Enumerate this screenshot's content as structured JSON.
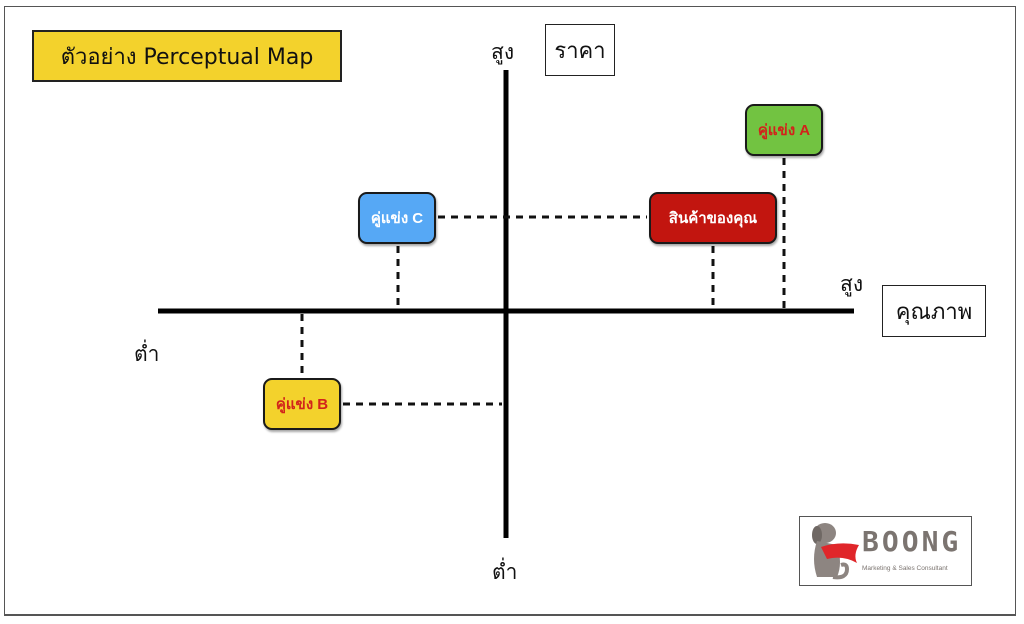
{
  "title": "ตัวอย่าง  Perceptual Map",
  "axes": {
    "vertical": {
      "name": "ราคา",
      "high_label": "สูง",
      "low_label": "ต่ำ"
    },
    "horizontal": {
      "name": "คุณภาพ",
      "high_label": "สูง",
      "low_label": "ต่ำ"
    }
  },
  "items": [
    {
      "id": "competitor-a",
      "label": "คู่แข่ง A",
      "fill": "#72c341",
      "text_color": "#d2231b",
      "quality": 0.8,
      "price": 0.77
    },
    {
      "id": "your-product",
      "label": "สินค้าของคุณ",
      "fill": "#c2150f",
      "text_color": "#ffffff",
      "quality": 0.6,
      "price": 0.39
    },
    {
      "id": "competitor-c",
      "label": "คู่แข่ง C",
      "fill": "#56a8f5",
      "text_color": "#ffffff",
      "quality": -0.31,
      "price": 0.39
    },
    {
      "id": "competitor-b",
      "label": "คู่แข่ง B",
      "fill": "#f3d22c",
      "text_color": "#d2231b",
      "quality": -0.59,
      "price": -0.4
    }
  ],
  "logo": {
    "name": "BOONG",
    "tagline": "Marketing & Sales Consultant",
    "accent": "#e0262a"
  }
}
